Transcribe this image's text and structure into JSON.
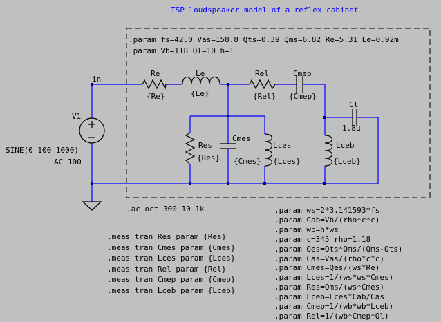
{
  "title": "TSP loudspeaker model of a reflex cabinet",
  "params_top": [
    ".param fs=42.0 Vas=158.8 Qts=0.39 Qms=6.82 Re=5.31 Le=0.92m",
    ".param Vb=118 Ql=10 h=1"
  ],
  "net_label": "in",
  "source": {
    "name": "V1",
    "value1": "SINE(0 100 1000)",
    "value2": "AC 100"
  },
  "components": {
    "Re": {
      "name": "Re",
      "value": "{Re}"
    },
    "Le": {
      "name": "Le",
      "value": "{Le}"
    },
    "Rel": {
      "name": "Rel",
      "value": "{Rel}"
    },
    "Cmep": {
      "name": "Cmep",
      "value": "{Cmep}"
    },
    "Cl": {
      "name": "Cl",
      "value": "1.8µ"
    },
    "Res": {
      "name": "Res",
      "value": "{Res}"
    },
    "Cmes": {
      "name": "Cmes",
      "value": "{Cmes}"
    },
    "Lces": {
      "name": "Lces",
      "value": "{Lces}"
    },
    "Lceb": {
      "name": "Lceb",
      "value": "{Lceb}"
    }
  },
  "ac_directive": ".ac oct 300 10 1k",
  "meas": [
    ".meas tran Res param {Res}",
    ".meas tran Cmes param {Cmes}",
    ".meas tran Lces param {Lces}",
    ".meas tran Rel param {Rel}",
    ".meas tran Cmep param {Cmep}",
    ".meas tran Lceb param {Lceb}"
  ],
  "params_bottom": [
    ".param ws=2*3.141593*fs",
    ".param Cab=Vb/(rho*c*c)",
    ".param wb=h*ws",
    ".param c=345 rho=1.18",
    ".param Qes=Qts*Qms/(Qms-Qts)",
    ".param Cas=Vas/(rho*c*c)",
    ".param Cmes=Qes/(ws*Re)",
    ".param Lces=1/(ws*ws*Cmes)",
    ".param Res=Qms/(ws*Cmes)",
    ".param Lceb=Lces*Cab/Cas",
    ".param Cmep=1/(wb*wb*Lceb)",
    ".param Rel=1/(wb*Cmep*Ql)"
  ],
  "colors": {
    "background": "#c0c0c0",
    "wire": "#0000ff",
    "component": "#000000",
    "node": "#000080",
    "title": "#0000ff"
  }
}
